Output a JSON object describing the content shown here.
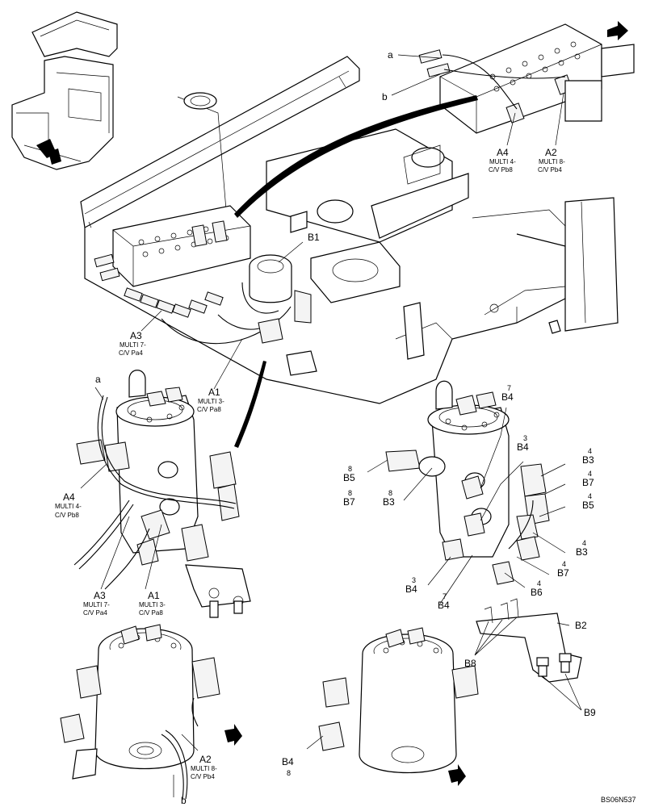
{
  "drawing": {
    "reference": "BS06N537",
    "colors": {
      "ink": "#000000",
      "paper": "#ffffff"
    }
  },
  "callouts": {
    "a_top": "a",
    "b_top": "b",
    "a4_top": {
      "code": "A4",
      "l1": "MULTI 4-",
      "l2": "C/V Pb8"
    },
    "a2_top": {
      "code": "A2",
      "l1": "MULTI 8-",
      "l2": "C/V Pb4"
    },
    "b1": "B1",
    "a3_mid": {
      "code": "A3",
      "l1": "MULTI 7-",
      "l2": "C/V Pa4"
    },
    "a1_mid": {
      "code": "A1",
      "l1": "MULTI 3-",
      "l2": "C/V Pa8"
    },
    "a_left": "a",
    "a4_left": {
      "code": "A4",
      "l1": "MULTI 4-",
      "l2": "C/V Pb8"
    },
    "a3_low": {
      "code": "A3",
      "l1": "MULTI 7-",
      "l2": "C/V Pa4"
    },
    "a1_low": {
      "code": "A1",
      "l1": "MULTI 3-",
      "l2": "C/V Pa8"
    },
    "a2_low": {
      "code": "A2",
      "l1": "MULTI 8-",
      "l2": "C/V Pb4"
    },
    "b_low": "b",
    "r_b4_top": {
      "num": "7",
      "code": "B4"
    },
    "r_b4_2": {
      "num": "3",
      "code": "B4"
    },
    "r_b5_left": {
      "num": "8",
      "code": "B5"
    },
    "r_b7_left": {
      "num": "8",
      "code": "B7"
    },
    "r_b3_left": {
      "num": "8",
      "code": "B3"
    },
    "r_b3_right": {
      "num": "4",
      "code": "B3"
    },
    "r_b7_right": {
      "num": "4",
      "code": "B7"
    },
    "r_b5_right": {
      "num": "4",
      "code": "B5"
    },
    "r_b3_low": {
      "num": "4",
      "code": "B3"
    },
    "r_b7_low": {
      "num": "4",
      "code": "B7"
    },
    "r_b6": {
      "num": "4",
      "code": "B6"
    },
    "r_b4_low3": {
      "num": "3",
      "code": "B4"
    },
    "r_b4_low7": {
      "num": "7",
      "code": "B4"
    },
    "b2": "B2",
    "b8": "B8",
    "b9": "B9",
    "b4_bottom": {
      "code": "B4",
      "num": "8"
    }
  }
}
